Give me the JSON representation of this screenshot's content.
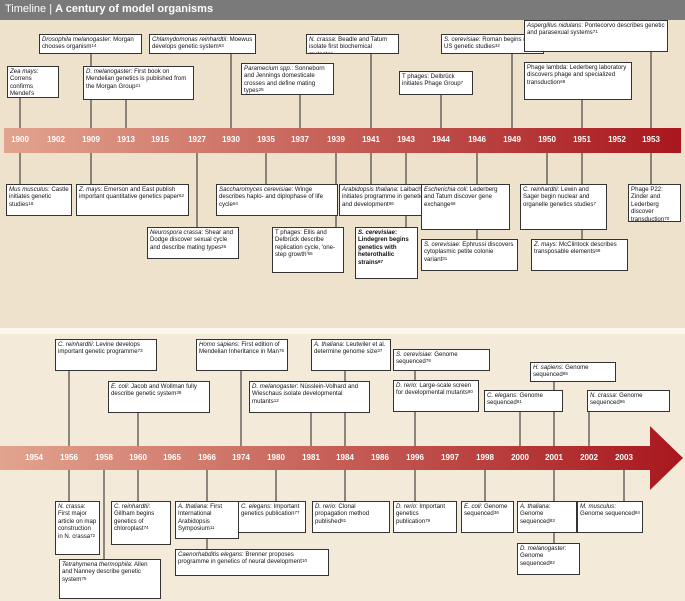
{
  "header": {
    "label": "Timeline",
    "separator": "|",
    "title": "A century of model organisms"
  },
  "top_years": [
    "1900",
    "1902",
    "1909",
    "1913",
    "1915",
    "1927",
    "1930",
    "1935",
    "1937",
    "1939",
    "1941",
    "1943",
    "1944",
    "1946",
    "1949",
    "1950",
    "1951",
    "1952",
    "1953"
  ],
  "bottom_years": [
    "1954",
    "1956",
    "1958",
    "1960",
    "1965",
    "1966",
    "1974",
    "1980",
    "1981",
    "1984",
    "1986",
    "1996",
    "1997",
    "1998",
    "2000",
    "2001",
    "2002",
    "2003"
  ],
  "top_events": [
    {
      "org": "Zea mays",
      "text": ": Correns confirms Mendel's findings",
      "ref": "61"
    },
    {
      "org": "Drosophila melanogaster",
      "text": ": Morgan chooses organism",
      "ref": "14"
    },
    {
      "org": "D. melanogaster",
      "text": ": First book on Mendelian genetics is published from the Morgan Group",
      "ref": "21"
    },
    {
      "org": "Chlamydomonas reinhardtii",
      "text": ": Moewus develops genetic system",
      "ref": "63"
    },
    {
      "org": "Paramecium spp.",
      "text": ": Sonneborn and Jennings domesticate crosses and define mating types",
      "ref": "25"
    },
    {
      "org": "N. crassa",
      "text": ": Beadle and Tatum isolate first biochemical mutants",
      "ref": "1"
    },
    {
      "org": "",
      "text": "T phages: Delbrück initiates Phage Group",
      "ref": "7"
    },
    {
      "org": "S. cerevisiae",
      "text": ": Roman begins major US genetic studies",
      "ref": "32"
    },
    {
      "org": "Aspergillus nidulans",
      "text": ": Pontecorvo describes genetic and parasexual systems",
      "ref": "71"
    },
    {
      "org": "",
      "text": "Phage lambda: Lederberg laboratory discovers phage and specialized transduction",
      "ref": "69"
    },
    {
      "org": "Mus musculus",
      "text": ": Castle initiates genetic studies",
      "ref": "18"
    },
    {
      "org": "Z. mays",
      "text": ": Emerson and East publish important quantitative genetics paper",
      "ref": "62"
    },
    {
      "org": "Neurospora crassa",
      "text": ": Shear and Dodge discover sexual cycle and describe mating types",
      "ref": "26"
    },
    {
      "org": "Saccharomyces cerevisiae",
      "text": ": Winge describes haplo- and diplophase of life cycle",
      "ref": "64"
    },
    {
      "org": "",
      "text": "T phages: Ellis and Delbrück describe replication cycle, 'one-step growth'",
      "ref": "65"
    },
    {
      "org": "Arabidopsis thaliana",
      "text": ": Laibach initiates programme in genetics and development",
      "ref": "66"
    },
    {
      "org": "S. cerevisiae",
      "text": ": Lindegren begins genetics with heterothallic strains",
      "ref": "67"
    },
    {
      "org": "Escherichia coli",
      "text": ": Lederberg and Tatum discover gene exchange",
      "ref": "68"
    },
    {
      "org": "S. cerevisiae",
      "text": ": Ephrussi discovers cytoplasmic petite colonie variant",
      "ref": "31"
    },
    {
      "org": "C. reinhardtii",
      "text": ": Lewin and Sager begin nuclear and organelle genetics studies",
      "ref": "7"
    },
    {
      "org": "Z. mays",
      "text": ": McClintock describes transposable elements",
      "ref": "68"
    },
    {
      "org": "",
      "text": "Phage P22: Zinder and Lederberg discover transduction",
      "ref": "70"
    }
  ],
  "bottom_events": [
    {
      "org": "C. reinhardtii",
      "text": ": Levine develops important genetic programme",
      "ref": "73"
    },
    {
      "org": "E. coli",
      "text": ": Jacob and Wollman fully describe genetic system",
      "ref": "38"
    },
    {
      "org": "Homo sapiens",
      "text": ": First edition of Mendelian Inheritance in Man",
      "ref": "76"
    },
    {
      "org": "D. melanogaster",
      "text": ": Nüsslein-Volhard and Wieschaus isolate developmental mutants",
      "ref": "12"
    },
    {
      "org": "A. thaliana",
      "text": ": Leutwiler et al. determine genome size",
      "ref": "37"
    },
    {
      "org": "S. cerevisiae",
      "text": ": Genome sequenced",
      "ref": "78"
    },
    {
      "org": "D. rerio",
      "text": ": Large-scale screen for developmental mutants",
      "ref": "80"
    },
    {
      "org": "C. elegans",
      "text": ": Genome sequenced",
      "ref": "81"
    },
    {
      "org": "H. sapiens",
      "text": ": Genome sequenced",
      "ref": "85"
    },
    {
      "org": "N. crassa",
      "text": ": Genome sequenced",
      "ref": "86"
    },
    {
      "org": "N. crassa",
      "text": ": First major article on map construction in N. crassa",
      "ref": "72"
    },
    {
      "org": "Tetrahymena thermophila",
      "text": ": Allen and Nanney describe genetic system",
      "ref": "75"
    },
    {
      "org": "C. reinhardtii",
      "text": ": Gillham begins genetics of chloroplast",
      "ref": "74"
    },
    {
      "org": "A. thaliana",
      "text": ": First International Arabidopsis Symposium",
      "ref": "11"
    },
    {
      "org": "Caenorhabditis elegans",
      "text": ": Brenner proposes programme in genetics of neural development",
      "ref": "10"
    },
    {
      "org": "C. elegans",
      "text": ": Important genetics publication",
      "ref": "77"
    },
    {
      "org": "D. rerio",
      "text": ": Clonal propagation method published",
      "ref": "81"
    },
    {
      "org": "D. rerio",
      "text": ": Important genetics publication",
      "ref": "79"
    },
    {
      "org": "E. coli",
      "text": ": Genome sequenced",
      "ref": "36"
    },
    {
      "org": "A. thaliana",
      "text": ": Genome sequenced",
      "ref": "83"
    },
    {
      "org": "D. melanogaster",
      "text": ": Genome sequenced",
      "ref": "82"
    },
    {
      "org": "M. musculus",
      "text": ": Genome sequenced",
      "ref": "84"
    }
  ],
  "colors": {
    "axis_start": "#e2a48e",
    "axis_end": "#a8171d",
    "header_bg": "#7a7a7a",
    "top_panel": "#efe2cd",
    "bottom_panel": "#f3ead9"
  }
}
